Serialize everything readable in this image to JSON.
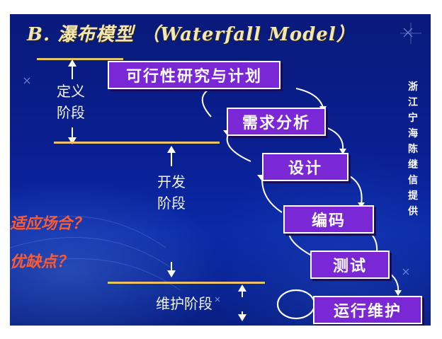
{
  "slide": {
    "title": "B. 瀑布模型 （Waterfall Model）",
    "phases": {
      "definition": "定义阶段",
      "development": "开发阶段",
      "maintenance": "维护阶段"
    },
    "steps": [
      "可行性研究与计划",
      "需求分析",
      "设计",
      "编码",
      "测试",
      "运行维护"
    ],
    "credit": "浙江宁海陈继信提供",
    "questions": [
      "适应场合？",
      "优缺点？"
    ],
    "colors": {
      "background": "#0a1f92",
      "box_fill": "#7a27d6",
      "rule": "#e7c46a",
      "question_text": "#ff5b2f",
      "title_text": "#f3e6b0"
    }
  }
}
